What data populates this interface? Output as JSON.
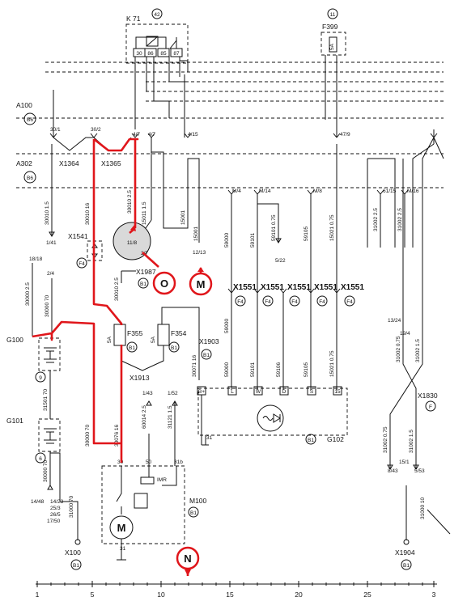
{
  "components": {
    "relay": "K 71",
    "fuse": "F399",
    "fuse_rating": "5A",
    "a100": "A100",
    "a302": "A302",
    "b6": "B6",
    "g100": "G100",
    "g101": "G101",
    "m100": "M100",
    "x100": "X100",
    "x1904": "X1904",
    "x1830": "X1830",
    "x1541": "X1541",
    "x1913": "X1913",
    "x1903": "X1903",
    "x1987": "X1987",
    "x1364": "X1364",
    "x1365": "X1365",
    "x1551": "X1551",
    "f355": "F355",
    "f354": "F354",
    "g102": "G102"
  },
  "circled": {
    "c42": "42",
    "c11": "11",
    "b1": "B1",
    "f4": "F4",
    "c9": "9",
    "c6": "6",
    "f": "F"
  },
  "terminals": {
    "t30a": "30",
    "t86": "86",
    "t85": "85",
    "t87": "87",
    "t30_1": "30/1",
    "t30_2": "30/2",
    "t4_7": "4/7",
    "t4_15": "4/15",
    "t47_9": "47/9",
    "t30": "30",
    "t50": "50",
    "t31b": "31b",
    "t31": "31",
    "t_b": "B+",
    "t_l": "L",
    "t_w": "W",
    "t_d": "D",
    "t_s": "S",
    "t15": "15",
    "t11_8": "11/8",
    "t2_7": "2/7",
    "wh": "IMR"
  },
  "wires": {
    "w1": "30010  1.5",
    "w2": "30010  16",
    "w3": "30010  2.5",
    "w4": "15011  1.5",
    "w5": "15001",
    "w6": "30000  2.5",
    "w7": "30000  70",
    "w8": "30010  2.5",
    "w9": "31501  70",
    "w10": "31000  70",
    "w11": "30000  70",
    "w12": "30076  16",
    "w13": "60014  2.5",
    "w14": "31121  1.5",
    "w15": "30071  16",
    "w16": "59000",
    "w17": "59101",
    "w18": "59101  0.75",
    "w19": "59105",
    "w20": "15021  0.75",
    "w21": "31002  2.5",
    "w22": "31002  2.5",
    "w23": "31002  0.75",
    "w24": "31002  1.5",
    "w25": "31002  0.75",
    "w26": "31002  1.5",
    "w27": "31000  10",
    "w28": "59000",
    "w29": "59101",
    "w30": "59106",
    "w31": "59105",
    "w32": "15021  0.75"
  },
  "refs": {
    "r1": "1/41",
    "r2": "18/18",
    "r3": "2/4",
    "r4": "12/13",
    "r5": "5/22",
    "r6": "1/43",
    "r7": "1/52",
    "r8": "14/48",
    "r9": "14/23",
    "r10": "25/3",
    "r11": "26/5",
    "r12": "17/50",
    "r13": "13/24",
    "r14": "19/4",
    "r15": "8/43",
    "r16": "5/53",
    "r17": "15/1",
    "p1": "M/4",
    "p2": "M/14",
    "p3": "M/8",
    "p4": "61/15",
    "p5": "M/16"
  },
  "markers": {
    "o": "O",
    "m": "M",
    "n": "N"
  },
  "scale": {
    "ticks": [
      "1",
      "5",
      "10",
      "15",
      "20",
      "25",
      "3"
    ]
  },
  "colors": {
    "highlight": "#e0161b",
    "ink": "#111111",
    "shade": "#d9d9d9"
  }
}
